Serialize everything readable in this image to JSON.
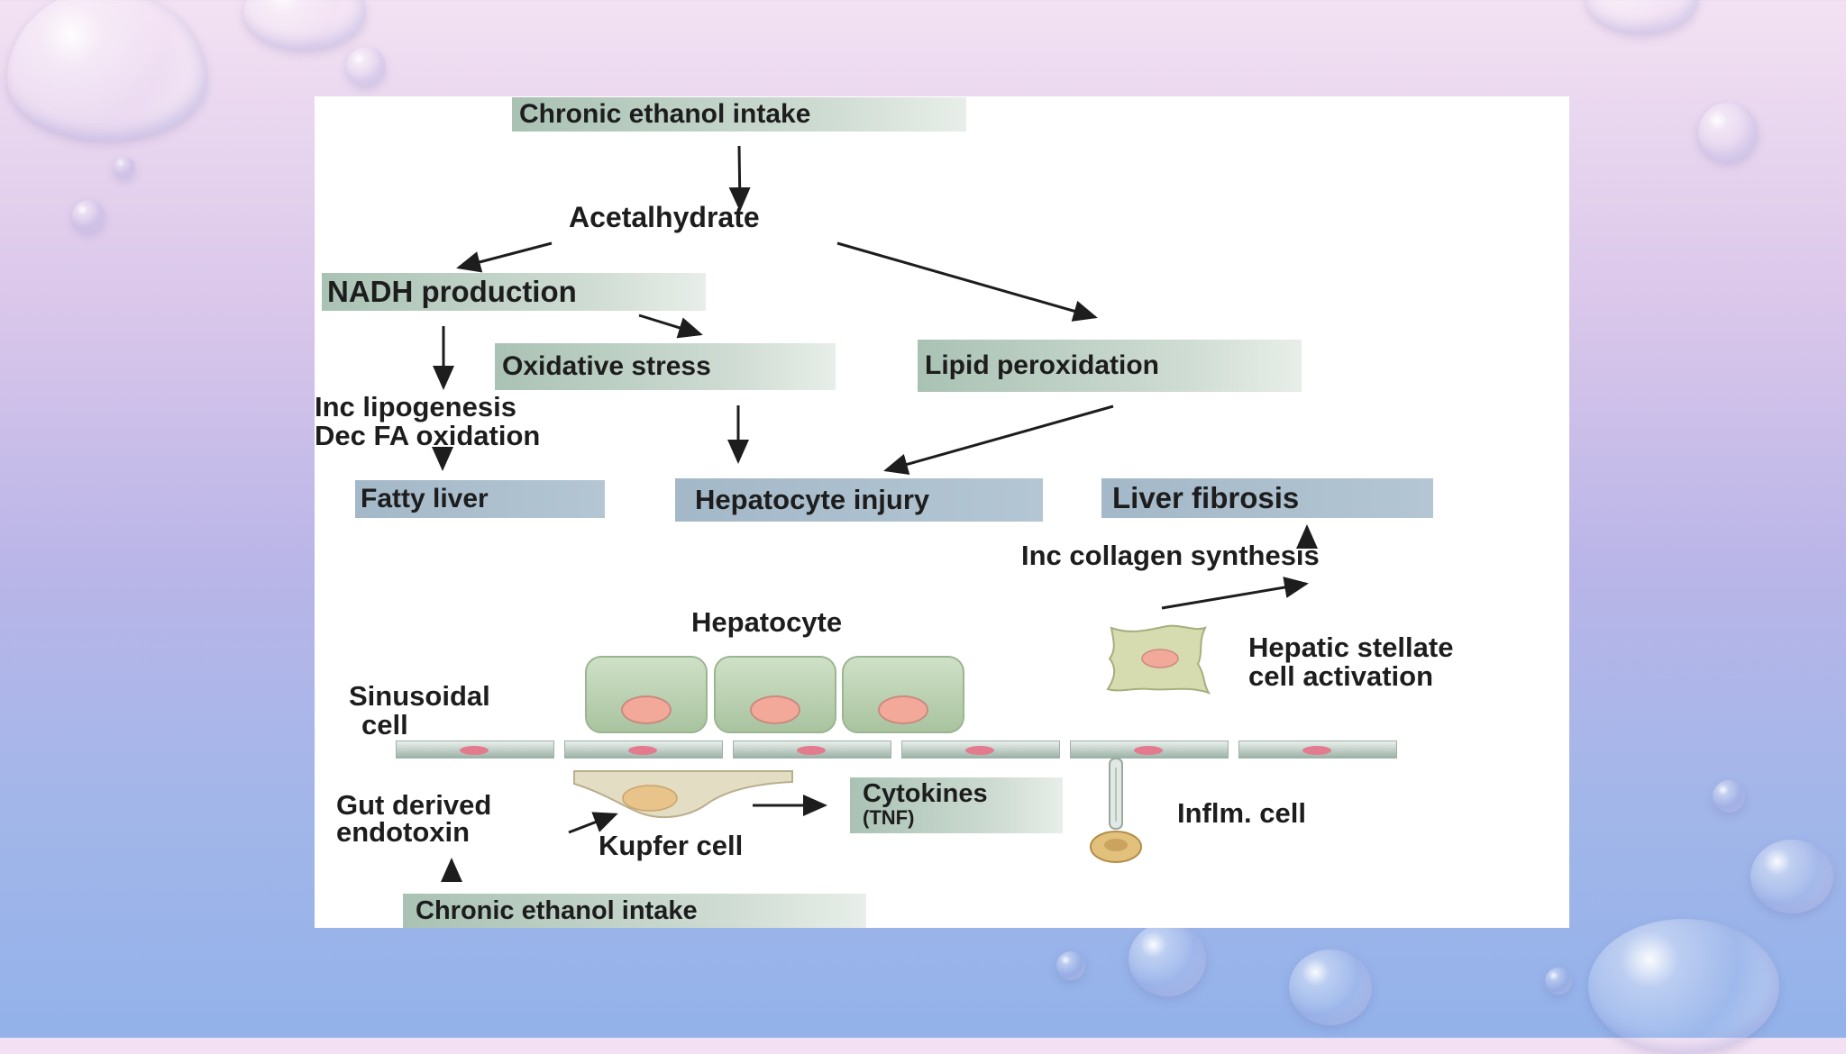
{
  "diagram": {
    "top_source": "Chronic ethanol intake",
    "acetalhydrate": "Acetalhydrate",
    "nadh": "NADH production",
    "oxidative_stress": "Oxidative stress",
    "lipid_peroxidation": "Lipid peroxidation",
    "inc_lipogenesis": "Inc lipogenesis",
    "dec_fa_oxidation": "Dec FA oxidation",
    "fatty_liver": "Fatty liver",
    "hepatocyte_injury": "Hepatocyte injury",
    "liver_fibrosis": "Liver fibrosis",
    "inc_collagen": "Inc collagen synthesis",
    "hepatocyte": "Hepatocyte",
    "stellate_line1": "Hepatic stellate",
    "stellate_line2": "cell activation",
    "sinusoidal_line1": "Sinusoidal",
    "sinusoidal_line2": "cell",
    "gut_line1": "Gut derived",
    "gut_line2": "endotoxin",
    "kupfer": "Kupfer cell",
    "cytokines_line1": "Cytokines",
    "cytokines_line2": "(TNF)",
    "inflm_cell": "Inflm. cell",
    "bottom_source": "Chronic ethanol intake"
  },
  "colors": {
    "green_box": "#a9c2b4",
    "blue_box": "#a3b8c8",
    "nucleus": "#f2a99a",
    "hepatocyte_body": "#b9d1b0",
    "kupfer_body": "#d9c79a"
  }
}
